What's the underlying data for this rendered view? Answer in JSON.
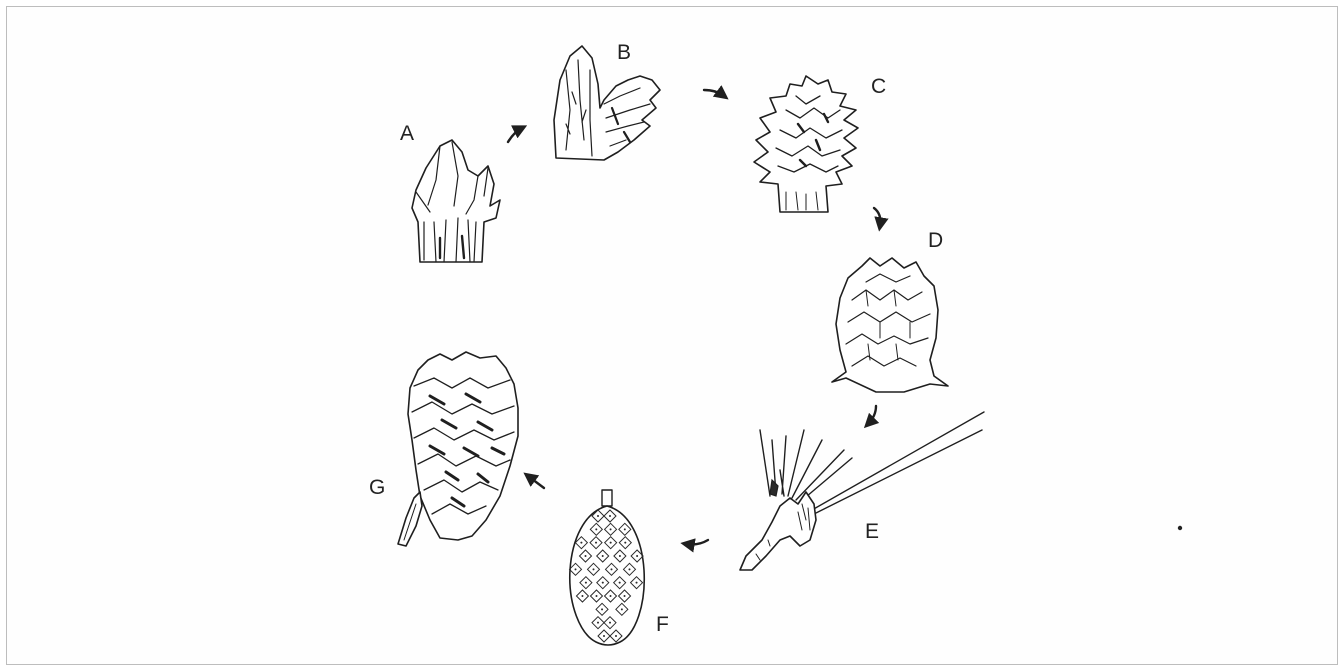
{
  "stages": [
    {
      "id": "A",
      "label": "A",
      "icon": "staminate-bud-icon"
    },
    {
      "id": "B",
      "label": "B",
      "icon": "emerging-conelet-icon"
    },
    {
      "id": "C",
      "label": "C",
      "icon": "young-conelet-icon"
    },
    {
      "id": "D",
      "label": "D",
      "icon": "first-year-cone-icon"
    },
    {
      "id": "E",
      "label": "E",
      "icon": "needle-shoot-icon"
    },
    {
      "id": "F",
      "label": "F",
      "icon": "closed-mature-cone-icon"
    },
    {
      "id": "G",
      "label": "G",
      "icon": "open-cone-with-seed-icon"
    }
  ],
  "colors": {
    "ink": "#1f1f1f",
    "border": "#bdbdbd",
    "background": "#ffffff"
  }
}
